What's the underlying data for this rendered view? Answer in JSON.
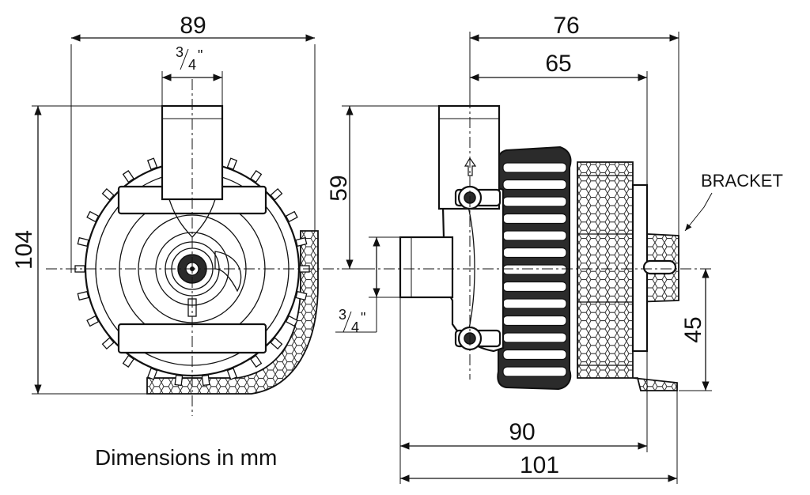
{
  "front_view": {
    "width_label": "89",
    "height_label": "104",
    "port_label": {
      "num": "3",
      "den": "4",
      "mark": "\""
    }
  },
  "side_view": {
    "depth_label": "76",
    "body_depth_label": "65",
    "outlet_height_label": "59",
    "bracket_height_label": "45",
    "base_length_label": "90",
    "overall_length_label": "101",
    "port_label": {
      "num": "3",
      "den": "4",
      "mark": "\""
    },
    "bracket_label": "BRACKET"
  },
  "caption": "Dimensions in mm"
}
